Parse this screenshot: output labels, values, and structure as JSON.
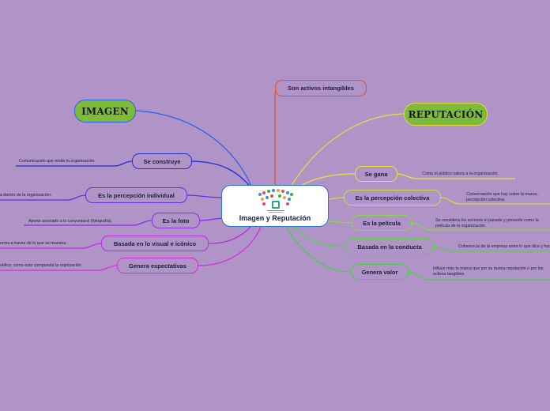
{
  "center": {
    "title": "Imagen y Reputación"
  },
  "branches": {
    "imagen": "IMAGEN",
    "reputacion": "REPUTACIÓN",
    "activos": "Son activos intangibles"
  },
  "left_nodes": [
    {
      "label": "Se construye",
      "leaf": "Comunicación que emite la organización."
    },
    {
      "label": "Es la percepción individual",
      "leaf": "a dentro de la organización."
    },
    {
      "label": "Es la foto",
      "leaf": "Aporte asociado a lo conyuntural (fotografía)."
    },
    {
      "label": "Basada en lo visual e icónico",
      "leaf": "orma a travez de lo que se muestra."
    },
    {
      "label": "Genera expectativas",
      "leaf": "ublico, como esta compuesta la orgnización"
    }
  ],
  "right_nodes": [
    {
      "label": "Se gana",
      "leaf": "Como el público valora a la organización."
    },
    {
      "label": "Es la percepción colectiva",
      "leaf": "Conversación que hay sobre la marca, percepción colectiva"
    },
    {
      "label": "Es la película",
      "leaf": "Se considera los sucesos el pasado y prevente como la película de la organización."
    },
    {
      "label": "Basada en la conducta",
      "leaf": "Coherencia de la empresa entre lo que dice y hace."
    },
    {
      "label": "Genera valor",
      "leaf": "Influye más la marca que por su buena reputación o por los activos tangibles."
    }
  ],
  "colors": {
    "background": "#b094c8",
    "imagen_line": "#2e5fe8",
    "reputacion_line": "#e8d845",
    "activos_line": "#e0502e",
    "violet": "#6a2be0",
    "magenta": "#d42ed8",
    "green": "#48d044",
    "yellow": "#e8e23c",
    "badge": "#7dbb3a"
  }
}
